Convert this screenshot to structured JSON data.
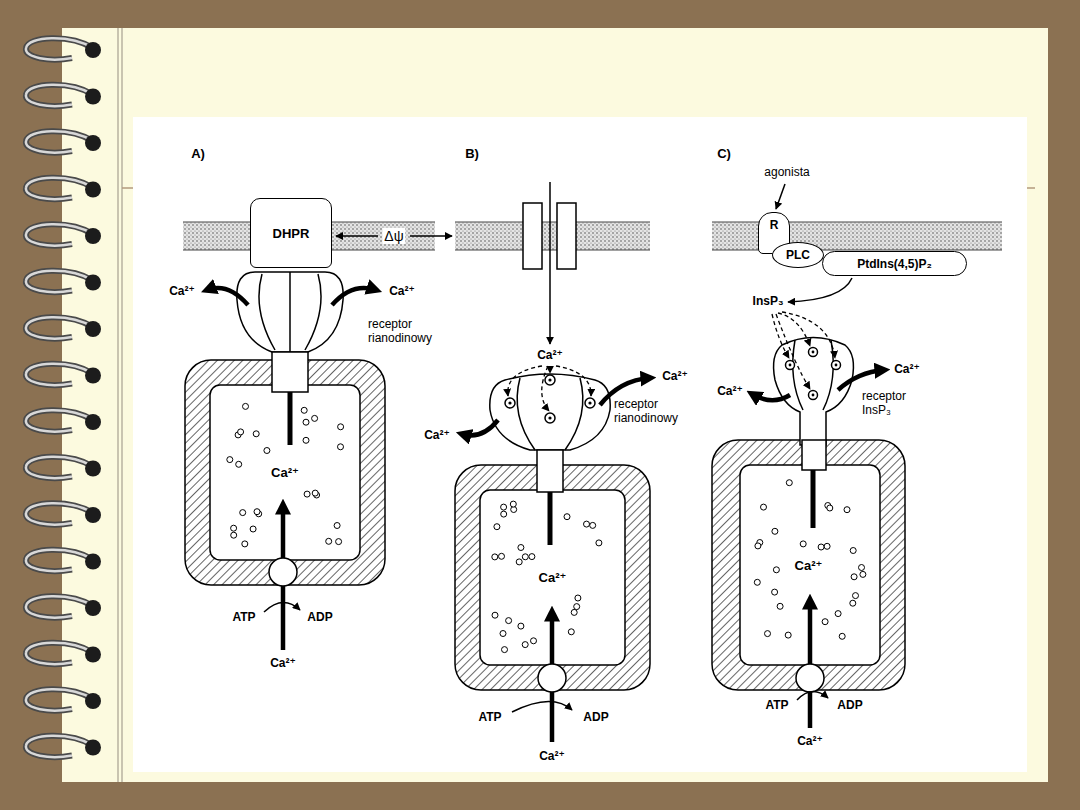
{
  "diagram": {
    "nodes": [
      {
        "text": [
          "DHPR"
        ]
      },
      {
        "text": [
          "Ca²⁺"
        ]
      },
      {
        "text": [
          "Ca²⁺"
        ]
      },
      {
        "text": [
          "Ca²⁺"
        ]
      },
      {
        "text": [
          "R"
        ]
      },
      {
        "text": [
          "PLC"
        ]
      },
      {
        "text": [
          "PtdIns(4,5)P₂"
        ]
      }
    ],
    "labels": [
      "A)",
      "Δψ",
      "Ca²⁺",
      "Ca²⁺",
      "receptor rianodinowy",
      "ATP",
      "ADP",
      "Ca²⁺",
      "B)",
      "Ca²⁺",
      "Ca²⁺",
      "Ca²⁺",
      "receptor rianodinowy",
      "ATP",
      "ADP",
      "Ca²⁺",
      "C)",
      "agonista",
      "InsP₃",
      "Ca²⁺",
      "Ca²⁺",
      "receptor InsP₃",
      "ATP",
      "ADP",
      "Ca²⁺"
    ]
  }
}
